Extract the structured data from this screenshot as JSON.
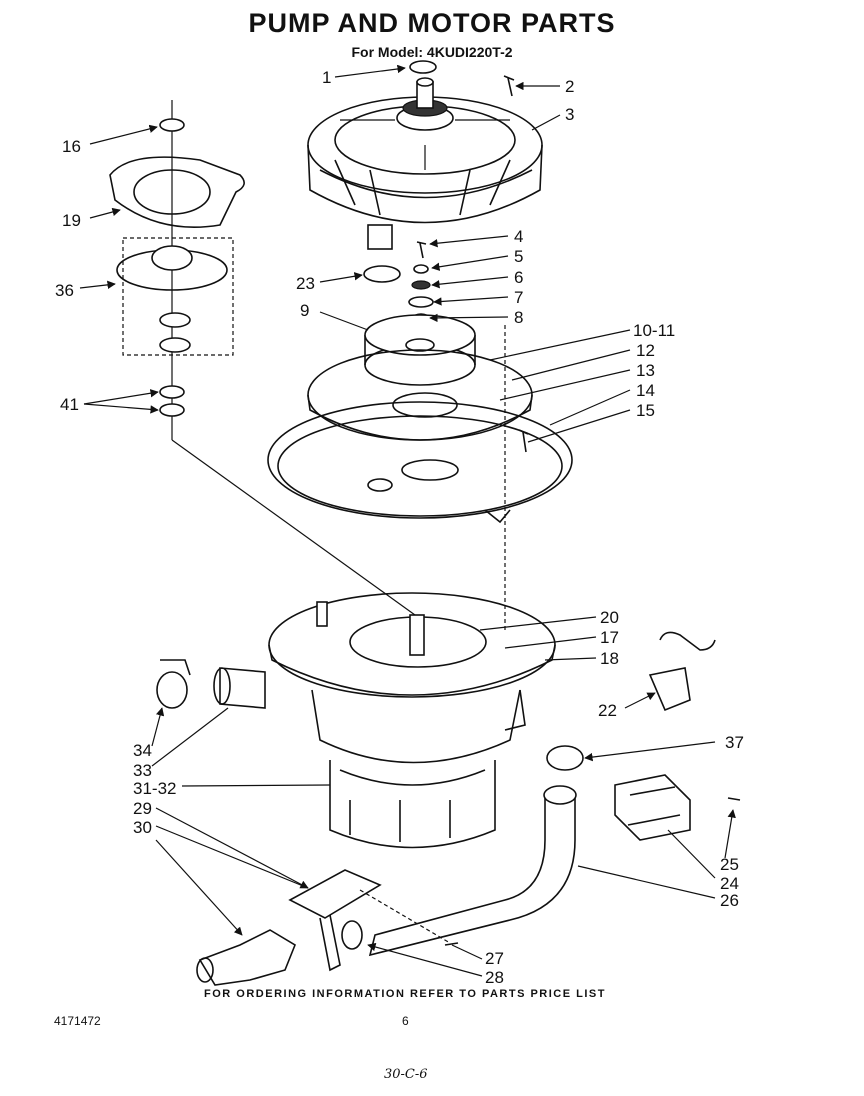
{
  "title": "PUMP AND MOTOR PARTS",
  "subtitle": "For Model: 4KUDI220T-2",
  "footer_note": "FOR ORDERING INFORMATION REFER TO PARTS PRICE LIST",
  "doc_number": "4171472",
  "page_number": "6",
  "handwritten_note": "30-C-6",
  "callouts": {
    "c1": "1",
    "c2": "2",
    "c3": "3",
    "c4": "4",
    "c5": "5",
    "c6": "6",
    "c7": "7",
    "c8": "8",
    "c9": "9",
    "c10_11": "10-11",
    "c12": "12",
    "c13": "13",
    "c14": "14",
    "c15": "15",
    "c16": "16",
    "c17": "17",
    "c18": "18",
    "c19": "19",
    "c20": "20",
    "c22": "22",
    "c23": "23",
    "c24": "24",
    "c25": "25",
    "c26": "26",
    "c27": "27",
    "c28": "28",
    "c29": "29",
    "c30": "30",
    "c31_32": "31-32",
    "c33": "33",
    "c34": "34",
    "c36": "36",
    "c37": "37",
    "c41": "41"
  }
}
